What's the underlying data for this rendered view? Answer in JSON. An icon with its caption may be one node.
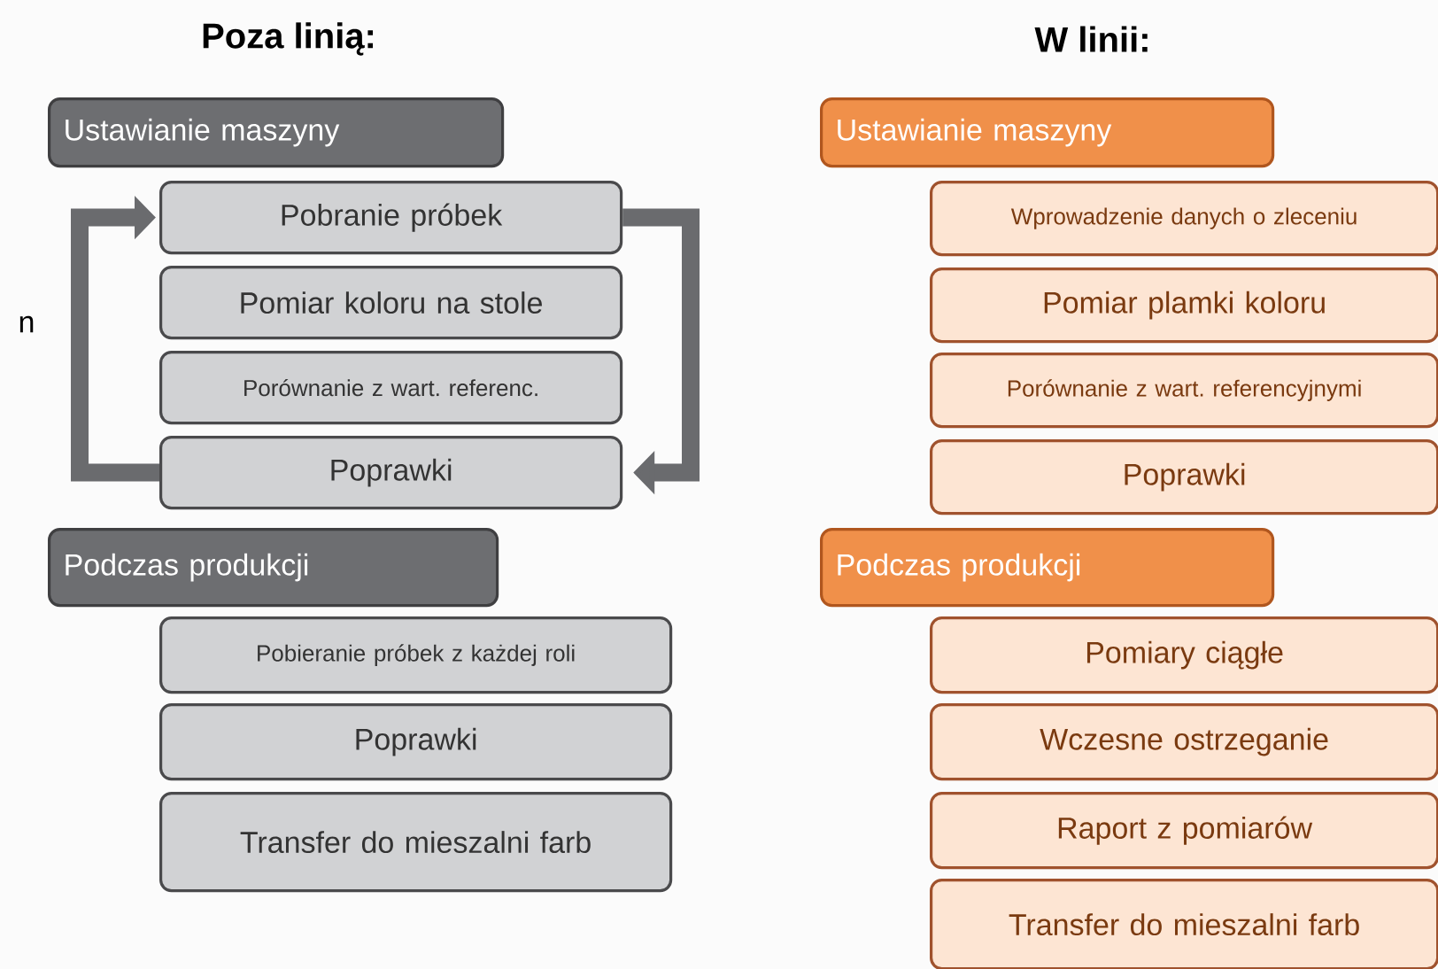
{
  "diagram": {
    "nodes": [
      {
        "text": [
          "Ustawianie maszyny"
        ]
      },
      {
        "text": [
          "Pobranie próbek"
        ]
      },
      {
        "text": [
          "Pomiar koloru na stole"
        ]
      },
      {
        "text": [
          "Porównanie  z wart. referenc."
        ]
      },
      {
        "text": [
          "Poprawki"
        ]
      },
      {
        "text": [
          "Podczas produkcji"
        ]
      },
      {
        "text": [
          "Pobieranie próbek z każdej roli"
        ]
      },
      {
        "text": [
          "Poprawki"
        ]
      },
      {
        "text": [
          "Transfer do mieszalni farb"
        ]
      },
      {
        "text": [
          "Ustawianie maszyny"
        ]
      },
      {
        "text": [
          "Wprowadzenie danych o zleceniu"
        ]
      },
      {
        "text": [
          "Pomiar plamki koloru"
        ]
      },
      {
        "text": [
          "Porównanie z wart. referencyjnymi"
        ]
      },
      {
        "text": [
          "Poprawki"
        ]
      },
      {
        "text": [
          "Podczas produkcji"
        ]
      },
      {
        "text": [
          "Pomiary ciągłe"
        ]
      },
      {
        "text": [
          "Wczesne ostrzeganie"
        ]
      },
      {
        "text": [
          "Raport z pomiarów"
        ]
      },
      {
        "text": [
          "Transfer do mieszalni farb"
        ]
      }
    ],
    "edges": [
      {
        "from": 1,
        "to": 4,
        "arrow": "to"
      },
      {
        "from": 4,
        "to": 1,
        "arrow": "to"
      }
    ],
    "labels": [
      "Poza linią:",
      "W linii:",
      "n"
    ]
  }
}
